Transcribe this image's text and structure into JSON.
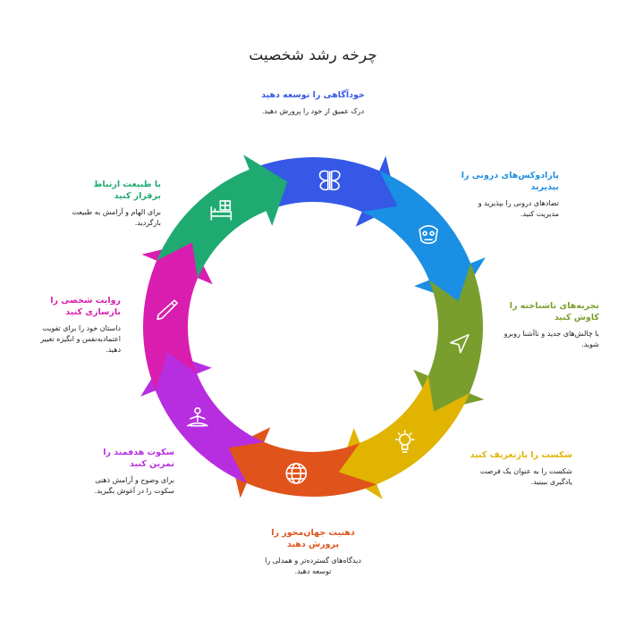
{
  "title": "چرخه رشد شخصیت",
  "steps": [
    {
      "heading": "خودآگاهی را توسعه دهید",
      "desc": "درک عمیق از خود را پرورش دهید.",
      "color": "#3559e6",
      "icon": "butterfly-icon"
    },
    {
      "heading": "پارادوکس‌های درونی را بپذیرید",
      "desc": "تضادهای درونی را بپذیرید و مدیریت کنید.",
      "color": "#1a8fe3",
      "icon": "mask-icon"
    },
    {
      "heading": "تجربه‌های ناشناخته را کاوش کنید",
      "desc": "با چالش‌های جدید و ناآشنا روبرو شوید.",
      "color": "#7a9e2e",
      "icon": "navigation-arrow-icon"
    },
    {
      "heading": "شکست را بازتعریف کنید",
      "desc": "شکست را به عنوان یک فرصت یادگیری ببینید.",
      "color": "#e0b400",
      "icon": "lightbulb-icon"
    },
    {
      "heading": "ذهنیت جهان‌محور را پرورش دهید",
      "desc": "دیدگاه‌های گسترده‌تر و همدلی را توسعه دهید.",
      "color": "#e0531a",
      "icon": "globe-icon"
    },
    {
      "heading": "سکوت هدفمند را تمرین کنید",
      "desc": "برای وضوح و آرامش ذهنی سکوت را در آغوش بگیرید.",
      "color": "#b72ee0",
      "icon": "meditation-icon"
    },
    {
      "heading": "روایت شخصی را بازسازی کنید",
      "desc": "داستان خود را برای تقویت اعتماد‌به‌نفس و انگیزه تغییر دهید.",
      "color": "#d91eaf",
      "icon": "pen-icon"
    },
    {
      "heading": "با طبیعت ارتباط برقرار کنید",
      "desc": "برای الهام و آرامش به طبیعت بازگردید.",
      "color": "#1faa72",
      "icon": "cabin-icon"
    }
  ]
}
